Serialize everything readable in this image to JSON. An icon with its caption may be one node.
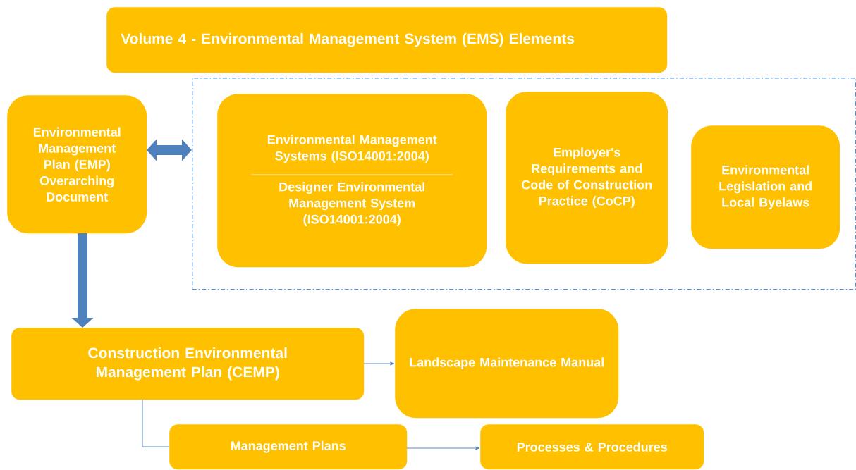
{
  "diagram": {
    "nodes": [
      {
        "text": [
          "Volume 4 - Environmental Management System (EMS) Elements"
        ]
      },
      {
        "text": [
          "Environmental Management Plan (EMP) Overarching Document"
        ]
      },
      {
        "text": [],
        "shape": "box"
      },
      {
        "text": [
          "Environmental Management Systems (ISO14001:2004)",
          "Designer Environmental Management System (ISO14001:2004)"
        ],
        "in": 2
      },
      {
        "text": [
          "Employer's Requirements and Code of Construction Practice (CoCP)"
        ],
        "in": 2
      },
      {
        "text": [
          "Environmental Legislation and Local Byelaws"
        ],
        "in": 2
      },
      {
        "text": [
          "Construction Environmental Management Plan (CEMP)"
        ]
      },
      {
        "text": [
          "Landscape Maintenance Manual"
        ]
      },
      {
        "text": [
          "Management Plans"
        ]
      },
      {
        "text": [
          "Processes & Procedures"
        ]
      }
    ],
    "edges": [
      {
        "from": 1,
        "to": 2,
        "arrow": "both",
        "style": "thick"
      },
      {
        "from": 1,
        "to": 6,
        "arrow": "to",
        "style": "thick"
      },
      {
        "from": 6,
        "to": 7,
        "arrow": "to"
      },
      {
        "from": 6,
        "to": 8,
        "arrow": "none"
      },
      {
        "from": 8,
        "to": 9,
        "arrow": "to"
      }
    ]
  }
}
